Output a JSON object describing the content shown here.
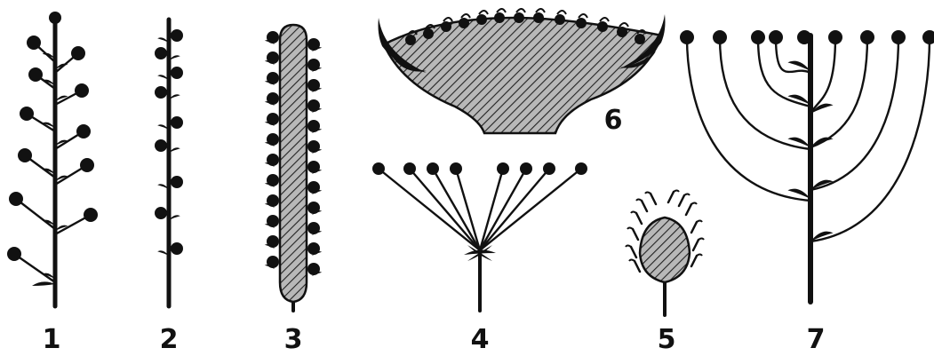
{
  "figure": {
    "labels": [
      {
        "id": "raceme",
        "text": "1"
      },
      {
        "id": "spike",
        "text": "2"
      },
      {
        "id": "spadix",
        "text": "3"
      },
      {
        "id": "umbel",
        "text": "4"
      },
      {
        "id": "head",
        "text": "5"
      },
      {
        "id": "basket",
        "text": "6"
      },
      {
        "id": "corymb",
        "text": "7"
      }
    ],
    "colors": {
      "ink": "#111111",
      "background": "#ffffff"
    }
  }
}
